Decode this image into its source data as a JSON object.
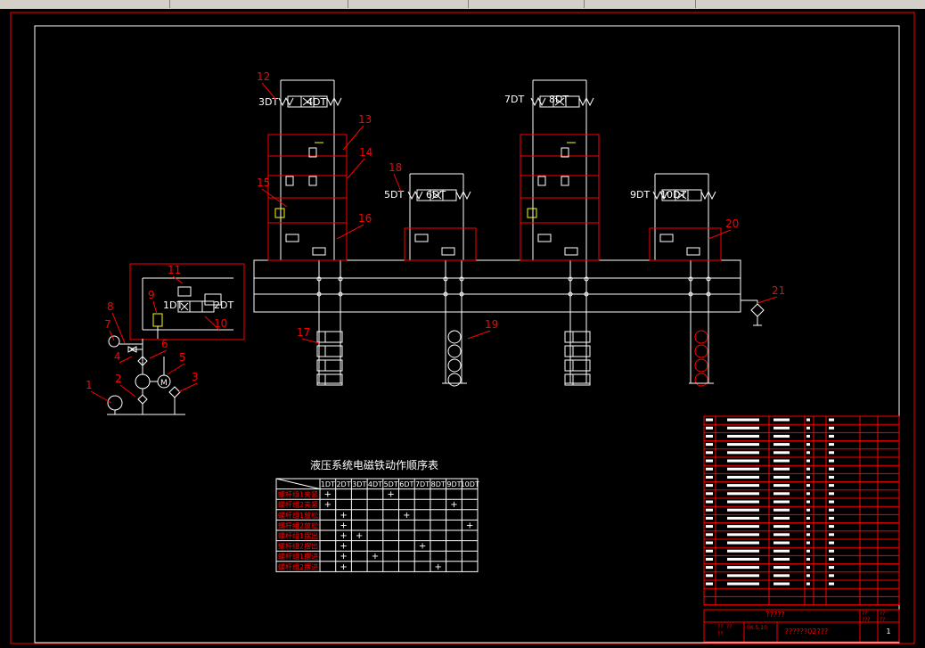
{
  "tabs": [
    "",
    "",
    "",
    "",
    ""
  ],
  "colors": {
    "background": "#000000",
    "line": "#ffffff",
    "frame": "#ff0000",
    "label": "#ff0000",
    "leader": "#ffff00"
  },
  "valve_labels": [
    "3DT",
    "4DT",
    "5DT",
    "6DT",
    "7DT",
    "8DT",
    "9DT",
    "10DT",
    "1DT",
    "2DT"
  ],
  "callouts": [
    "1",
    "2",
    "3",
    "4",
    "5",
    "6",
    "7",
    "8",
    "9",
    "10",
    "11",
    "12",
    "13",
    "14",
    "15",
    "16",
    "17",
    "18",
    "19",
    "20",
    "21"
  ],
  "sequence_table": {
    "title": "液压系统电磁铁动作顺序表",
    "columns": [
      "1DT",
      "2DT",
      "3DT",
      "4DT",
      "5DT",
      "6DT",
      "7DT",
      "8DT",
      "9DT",
      "10DT"
    ],
    "rows": [
      {
        "label": "螺杆组1夹紧",
        "marks": [
          1,
          0,
          0,
          0,
          1,
          0,
          0,
          0,
          0,
          0
        ]
      },
      {
        "label": "螺杆组2夹紧",
        "marks": [
          1,
          0,
          0,
          0,
          0,
          0,
          0,
          0,
          1,
          0
        ]
      },
      {
        "label": "螺杆组1放松",
        "marks": [
          0,
          1,
          0,
          0,
          0,
          1,
          0,
          0,
          0,
          0
        ]
      },
      {
        "label": "螺杆组2放松",
        "marks": [
          0,
          1,
          0,
          0,
          0,
          0,
          0,
          0,
          0,
          1
        ]
      },
      {
        "label": "螺杆组1摆出",
        "marks": [
          0,
          1,
          1,
          0,
          0,
          0,
          0,
          0,
          0,
          0
        ]
      },
      {
        "label": "螺杆组2摆出",
        "marks": [
          0,
          1,
          0,
          0,
          0,
          0,
          1,
          0,
          0,
          0
        ]
      },
      {
        "label": "螺杆组1摆进",
        "marks": [
          0,
          1,
          0,
          1,
          0,
          0,
          0,
          0,
          0,
          0
        ]
      },
      {
        "label": "螺杆组2摆进",
        "marks": [
          0,
          1,
          0,
          0,
          0,
          0,
          0,
          1,
          0,
          0
        ]
      },
      {
        "mark": "+"
      }
    ]
  },
  "title_block": {
    "drawing_title": "?????",
    "drawing_number": "??????02???",
    "sheet": "1",
    "small_cells": [
      "??",
      "??",
      "??",
      "??",
      "???",
      "??",
      "??"
    ],
    "date": "06.5.10"
  }
}
